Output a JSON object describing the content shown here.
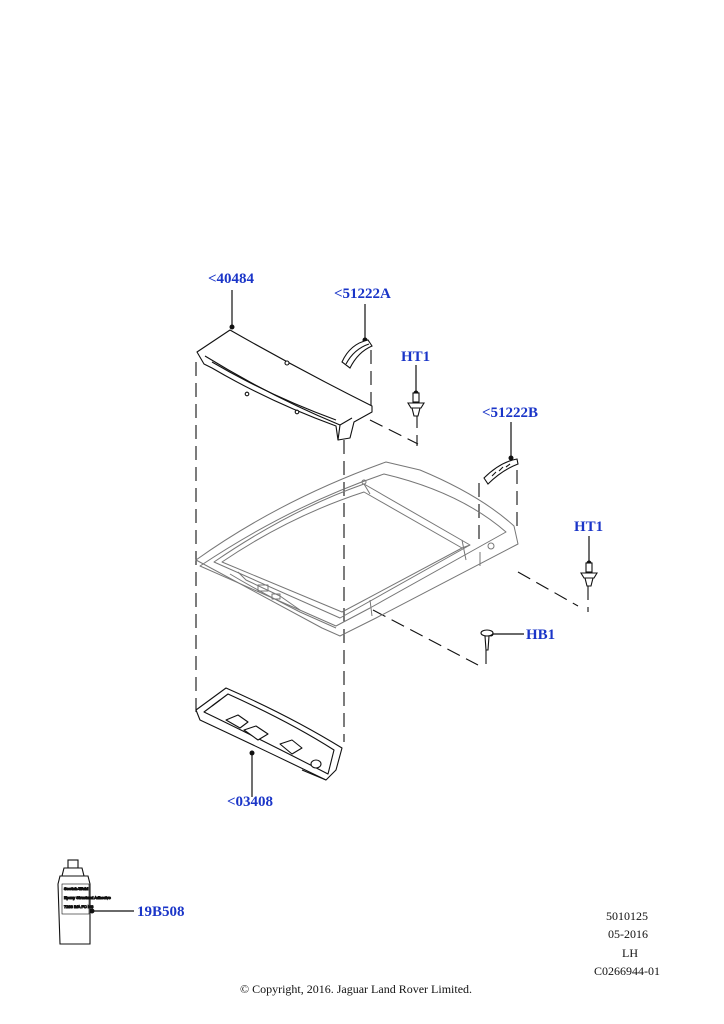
{
  "callouts": {
    "c40484": "<40484",
    "c51222A": "<51222A",
    "ht1_top": "HT1",
    "c51222B": "<51222B",
    "ht1_right": "HT1",
    "hb1": "HB1",
    "c03408": "<03408",
    "c19B508": "19B508"
  },
  "colors": {
    "callout": "#1a35c8",
    "line": "#111111",
    "panel": "#777777"
  },
  "bottle_label": {
    "brand": "Scotch-Weld",
    "line2": "Epoxy Structural Adhesive",
    "line3": "7288 B/A FC NS"
  },
  "meta": {
    "code1": "5010125",
    "date": "05-2016",
    "side": "LH",
    "ref": "C0266944-01"
  },
  "copyright": "© Copyright, 2016. Jaguar Land Rover Limited."
}
